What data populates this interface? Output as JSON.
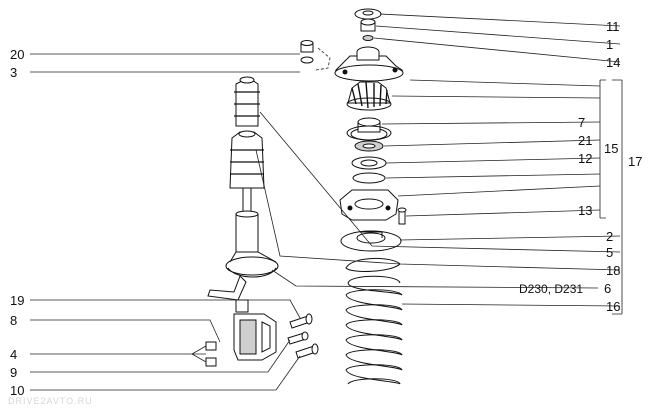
{
  "labels_left": [
    "20",
    "3",
    "19",
    "8",
    "4",
    "9",
    "10"
  ],
  "labels_right": [
    "11",
    "1",
    "14",
    "7",
    "21",
    "12",
    "13",
    "2",
    "5",
    "18",
    "6",
    "16"
  ],
  "group_labels": [
    "15",
    "17"
  ],
  "variant_note": "D230, D231",
  "watermark": "DRIVE2AVTO.RU",
  "colors": {
    "ink": "#111111",
    "part_fill": "#ffffff",
    "part_shade": "#cfcfcf"
  }
}
